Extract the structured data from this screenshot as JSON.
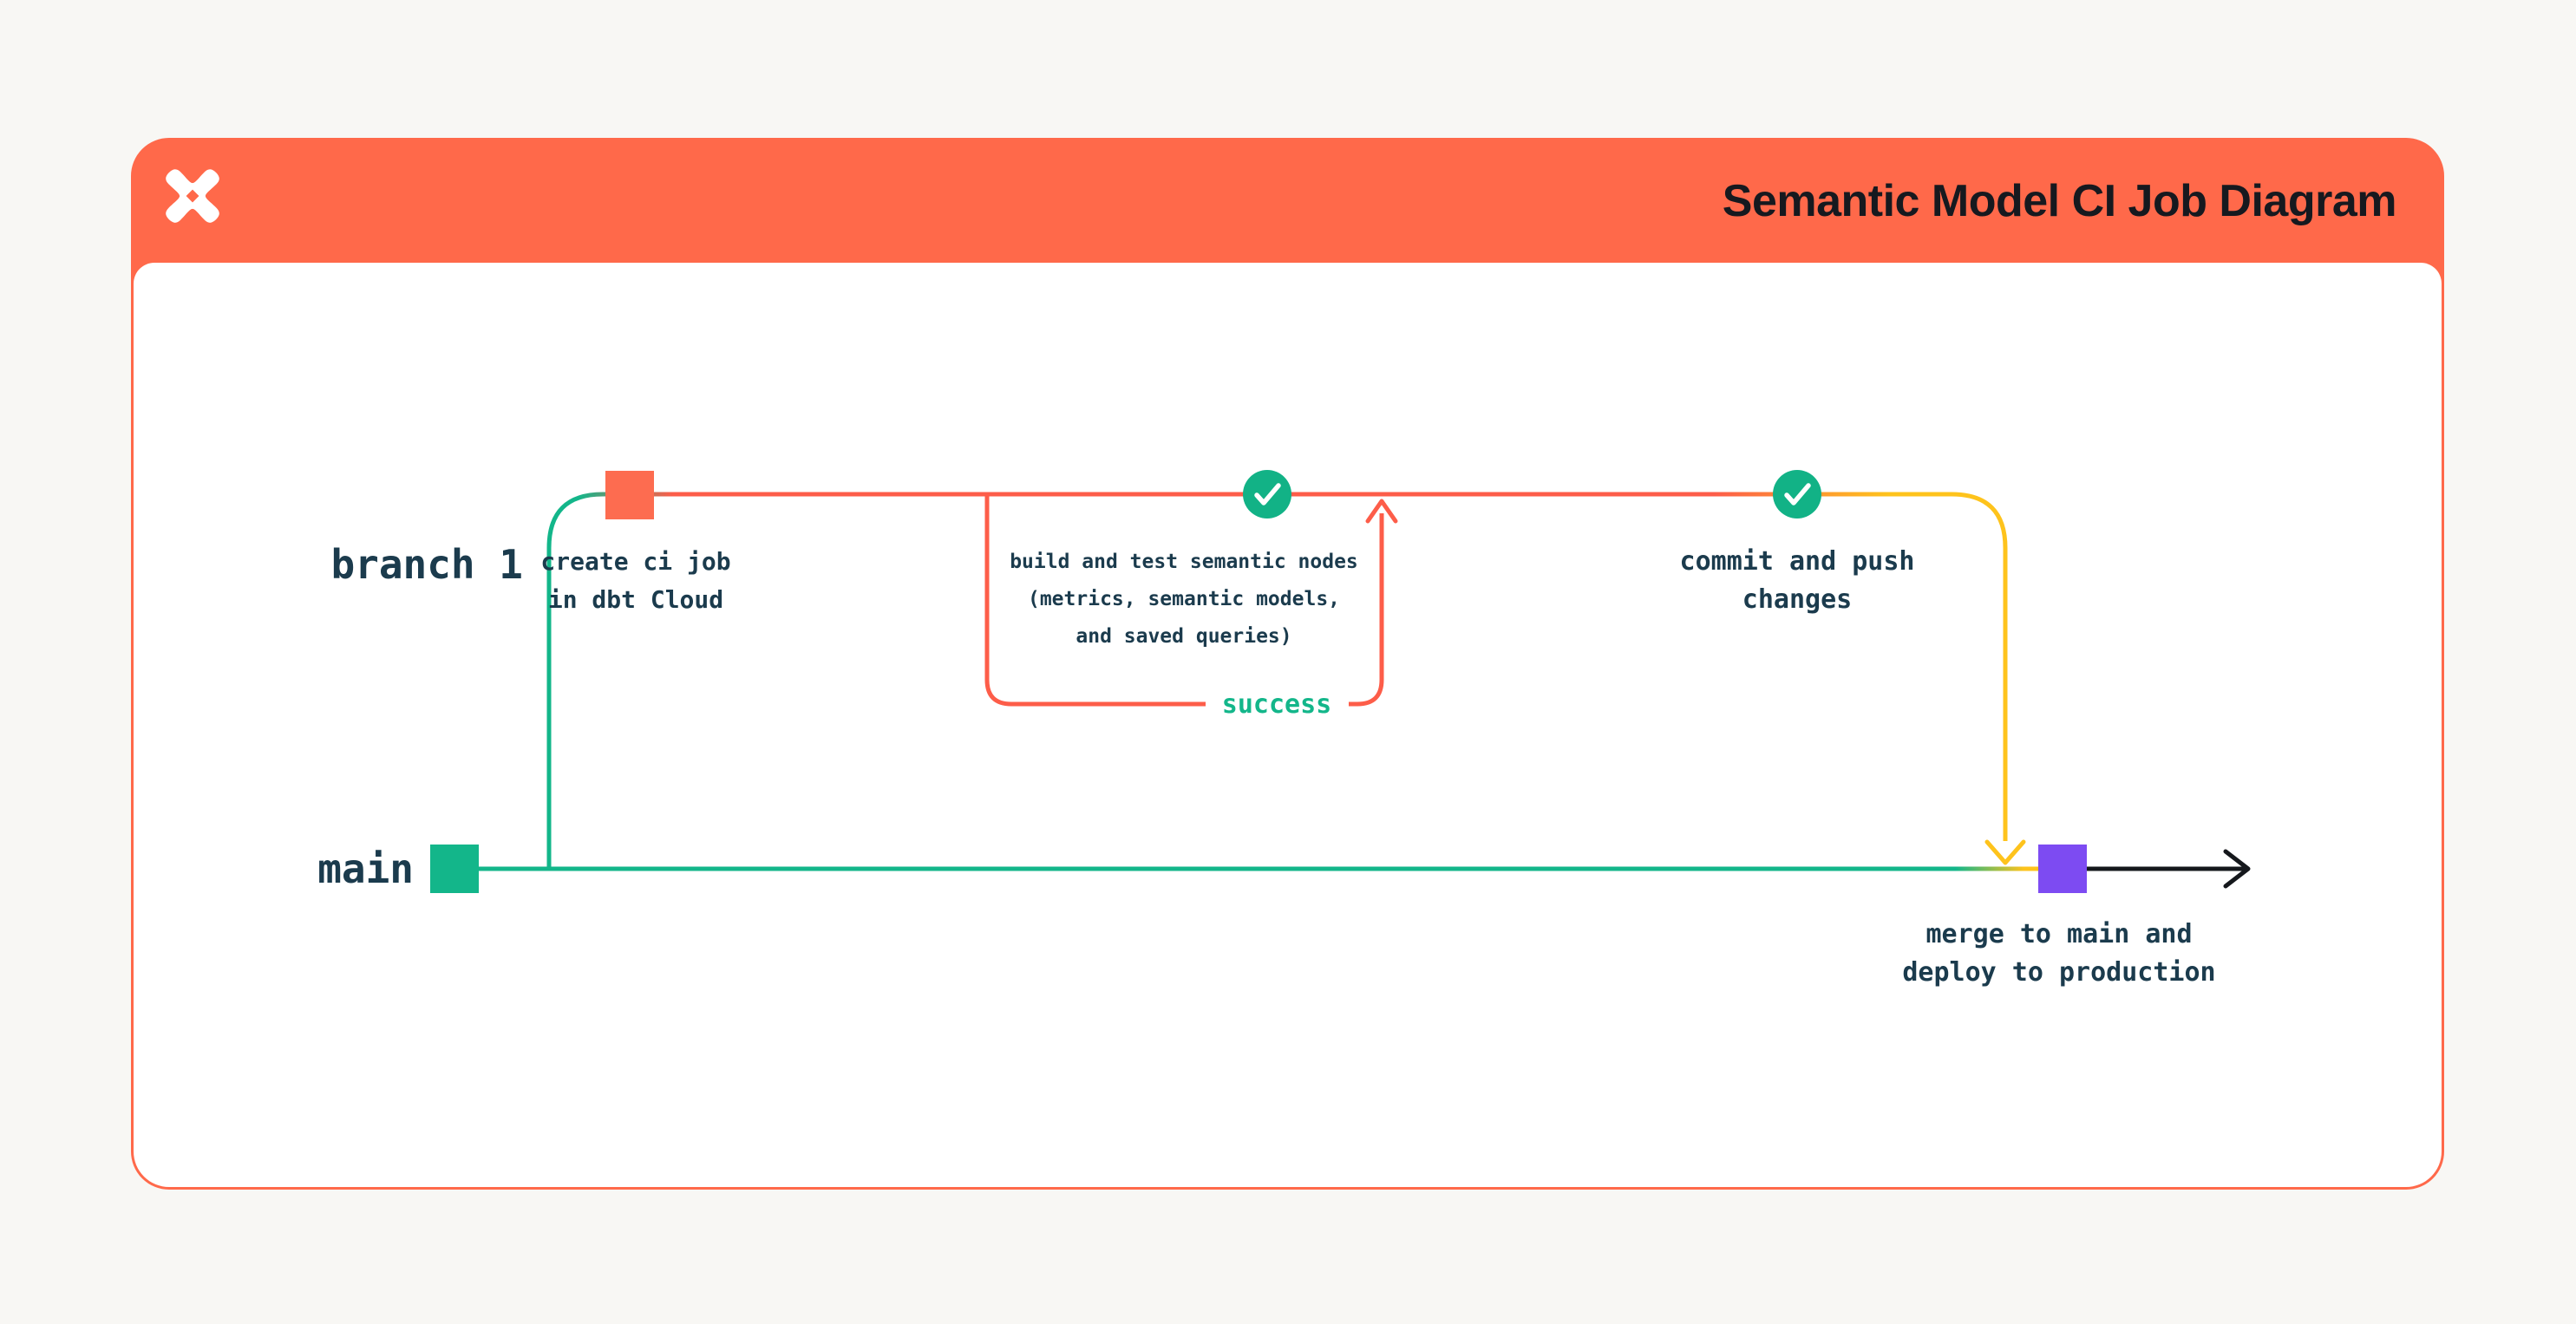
{
  "header": {
    "title": "Semantic Model CI Job Diagram",
    "logo": "dbt-logo"
  },
  "branches": {
    "branch1_label": "branch 1",
    "main_label": "main"
  },
  "nodes": {
    "create_ci_label": "create ci job\nin dbt Cloud",
    "build_test_label": "build and test semantic nodes\n(metrics, semantic models,\nand saved queries)",
    "success_label": "success",
    "commit_push_label": "commit and push\nchanges",
    "merge_label": "merge to main and\ndeploy to production"
  },
  "icons": {
    "logo": "dbt-star-logo",
    "commit_check": "checkmark-circle",
    "flow_arrows": [
      "arrow-up",
      "arrow-down",
      "arrow-right"
    ]
  },
  "colors": {
    "pageBg": "#F8F7F4",
    "cardBg": "#FFFFFF",
    "header": "#FF694A",
    "orange": "#FD5D49",
    "orangeSquare": "#FD6C50",
    "green": "#13B68A",
    "checkGreen": "#12B286",
    "yellow": "#FEC31C",
    "purple": "#7D4BF2",
    "navy": "#1B3B4D",
    "titleColor": "#16191F",
    "black": "#15181C"
  }
}
